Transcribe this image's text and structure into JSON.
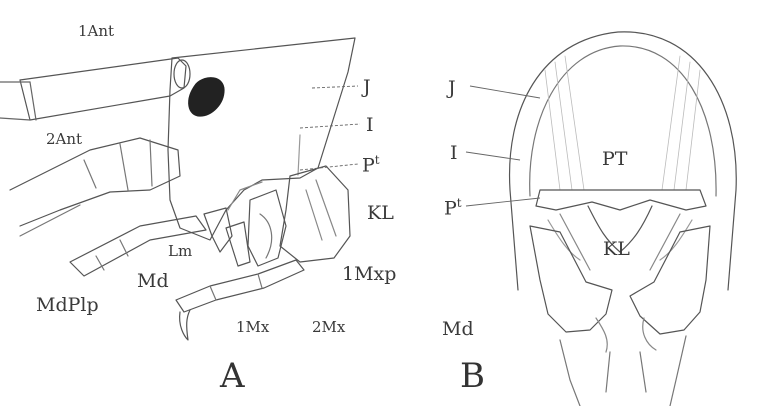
{
  "figure_a": {
    "panel_label": "A",
    "labels": {
      "first_antenna": "1Ant",
      "second_antenna": "2Ant",
      "j": "J",
      "i": "I",
      "pt_base": "P",
      "pt_sup": "t",
      "kl": "KL",
      "lm": "Lm",
      "md": "Md",
      "mdplp": "MdPlp",
      "first_maxilliped": "1Mxp",
      "first_maxilla": "1Mx",
      "second_maxilla": "2Mx"
    }
  },
  "figure_b": {
    "panel_label": "B",
    "labels": {
      "j": "J",
      "i": "I",
      "pt_base": "P",
      "pt_sup": "t",
      "pt": "PT",
      "kl": "KL",
      "md": "Md"
    }
  },
  "colors": {
    "ink": "#3a3a3a",
    "eye": "#222222",
    "background": "#ffffff"
  }
}
